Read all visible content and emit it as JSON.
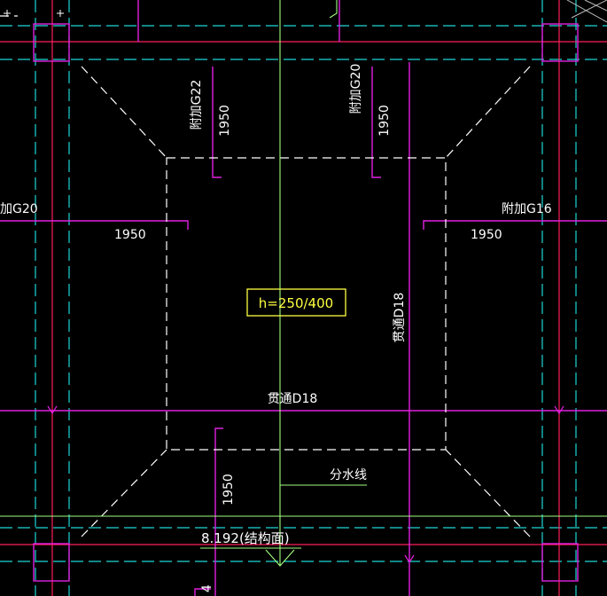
{
  "colors": {
    "background": "#000000",
    "grid_cyan": "#1fd6d6",
    "rebar_magenta": "#e020e0",
    "beam_red": "#ff1f5a",
    "axis_green": "#a0ff80",
    "outline_white": "#ffffff",
    "label_yellow": "#ffff40"
  },
  "labels": {
    "add_g22": "附加G22",
    "add_g20_top": "附加G20",
    "add_g20_left": "加G20",
    "add_g16": "附加G16",
    "dim_top_left": "1950",
    "dim_top_right": "1950",
    "dim_mid_left": "1950",
    "dim_mid_right": "1950",
    "dim_bottom": "1950",
    "thickness": "h=250/400",
    "rebar_vertical": "贯通D18",
    "rebar_horizontal": "贯通D18",
    "water_line": "分水线",
    "elevation": "8.192(结构面)",
    "cut_digit": "4"
  }
}
